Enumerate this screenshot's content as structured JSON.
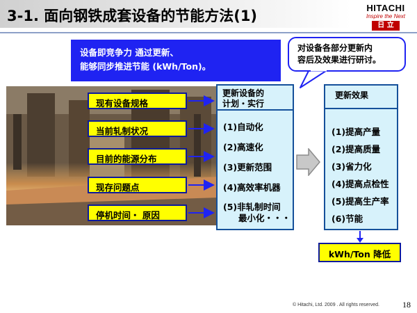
{
  "header": {
    "title": "3-1. 面向钢铁成套设备的节能方法(1)"
  },
  "logo": {
    "brand": "HITACHI",
    "tagline": "Inspire the Next",
    "chinese": "日 立"
  },
  "callout": {
    "line1": "设备即竞争力 通过更新、",
    "line2": "能够同步推进节能 (kWh/Ton)。"
  },
  "bubble": {
    "line1": "对设备各部分更新内",
    "line2": "容后及效果进行研讨。"
  },
  "inputs": [
    "现有设备规格",
    "当前轧制状况",
    "目前的能源分布",
    "现存问题点",
    "停机时间・ 原因"
  ],
  "update_plan": {
    "head1": "更新设备的",
    "head2": "计划・实行",
    "items": [
      "(1)自动化",
      "(2)高速化",
      "(3)更新范围",
      "(4)高效率机器",
      "(5)非轧制时间",
      "最小化・・・"
    ]
  },
  "effects": {
    "head": "更新效果",
    "items": [
      "(1)提高产量",
      "(2)提高质量",
      "(3)省力化",
      "(4)提高点检性",
      "(5)提高生产率",
      "(6)节能"
    ]
  },
  "result": "kWh/Ton 降低",
  "footer": {
    "copyright": "© Hitachi, Ltd. 2009 . All rights reserved.",
    "page": "18"
  },
  "colors": {
    "label_yellow": "#ffff00",
    "callout_blue": "#1f23f2",
    "box_cyan": "#d7f2fb",
    "arrow_gray": "#c8c8c8"
  }
}
